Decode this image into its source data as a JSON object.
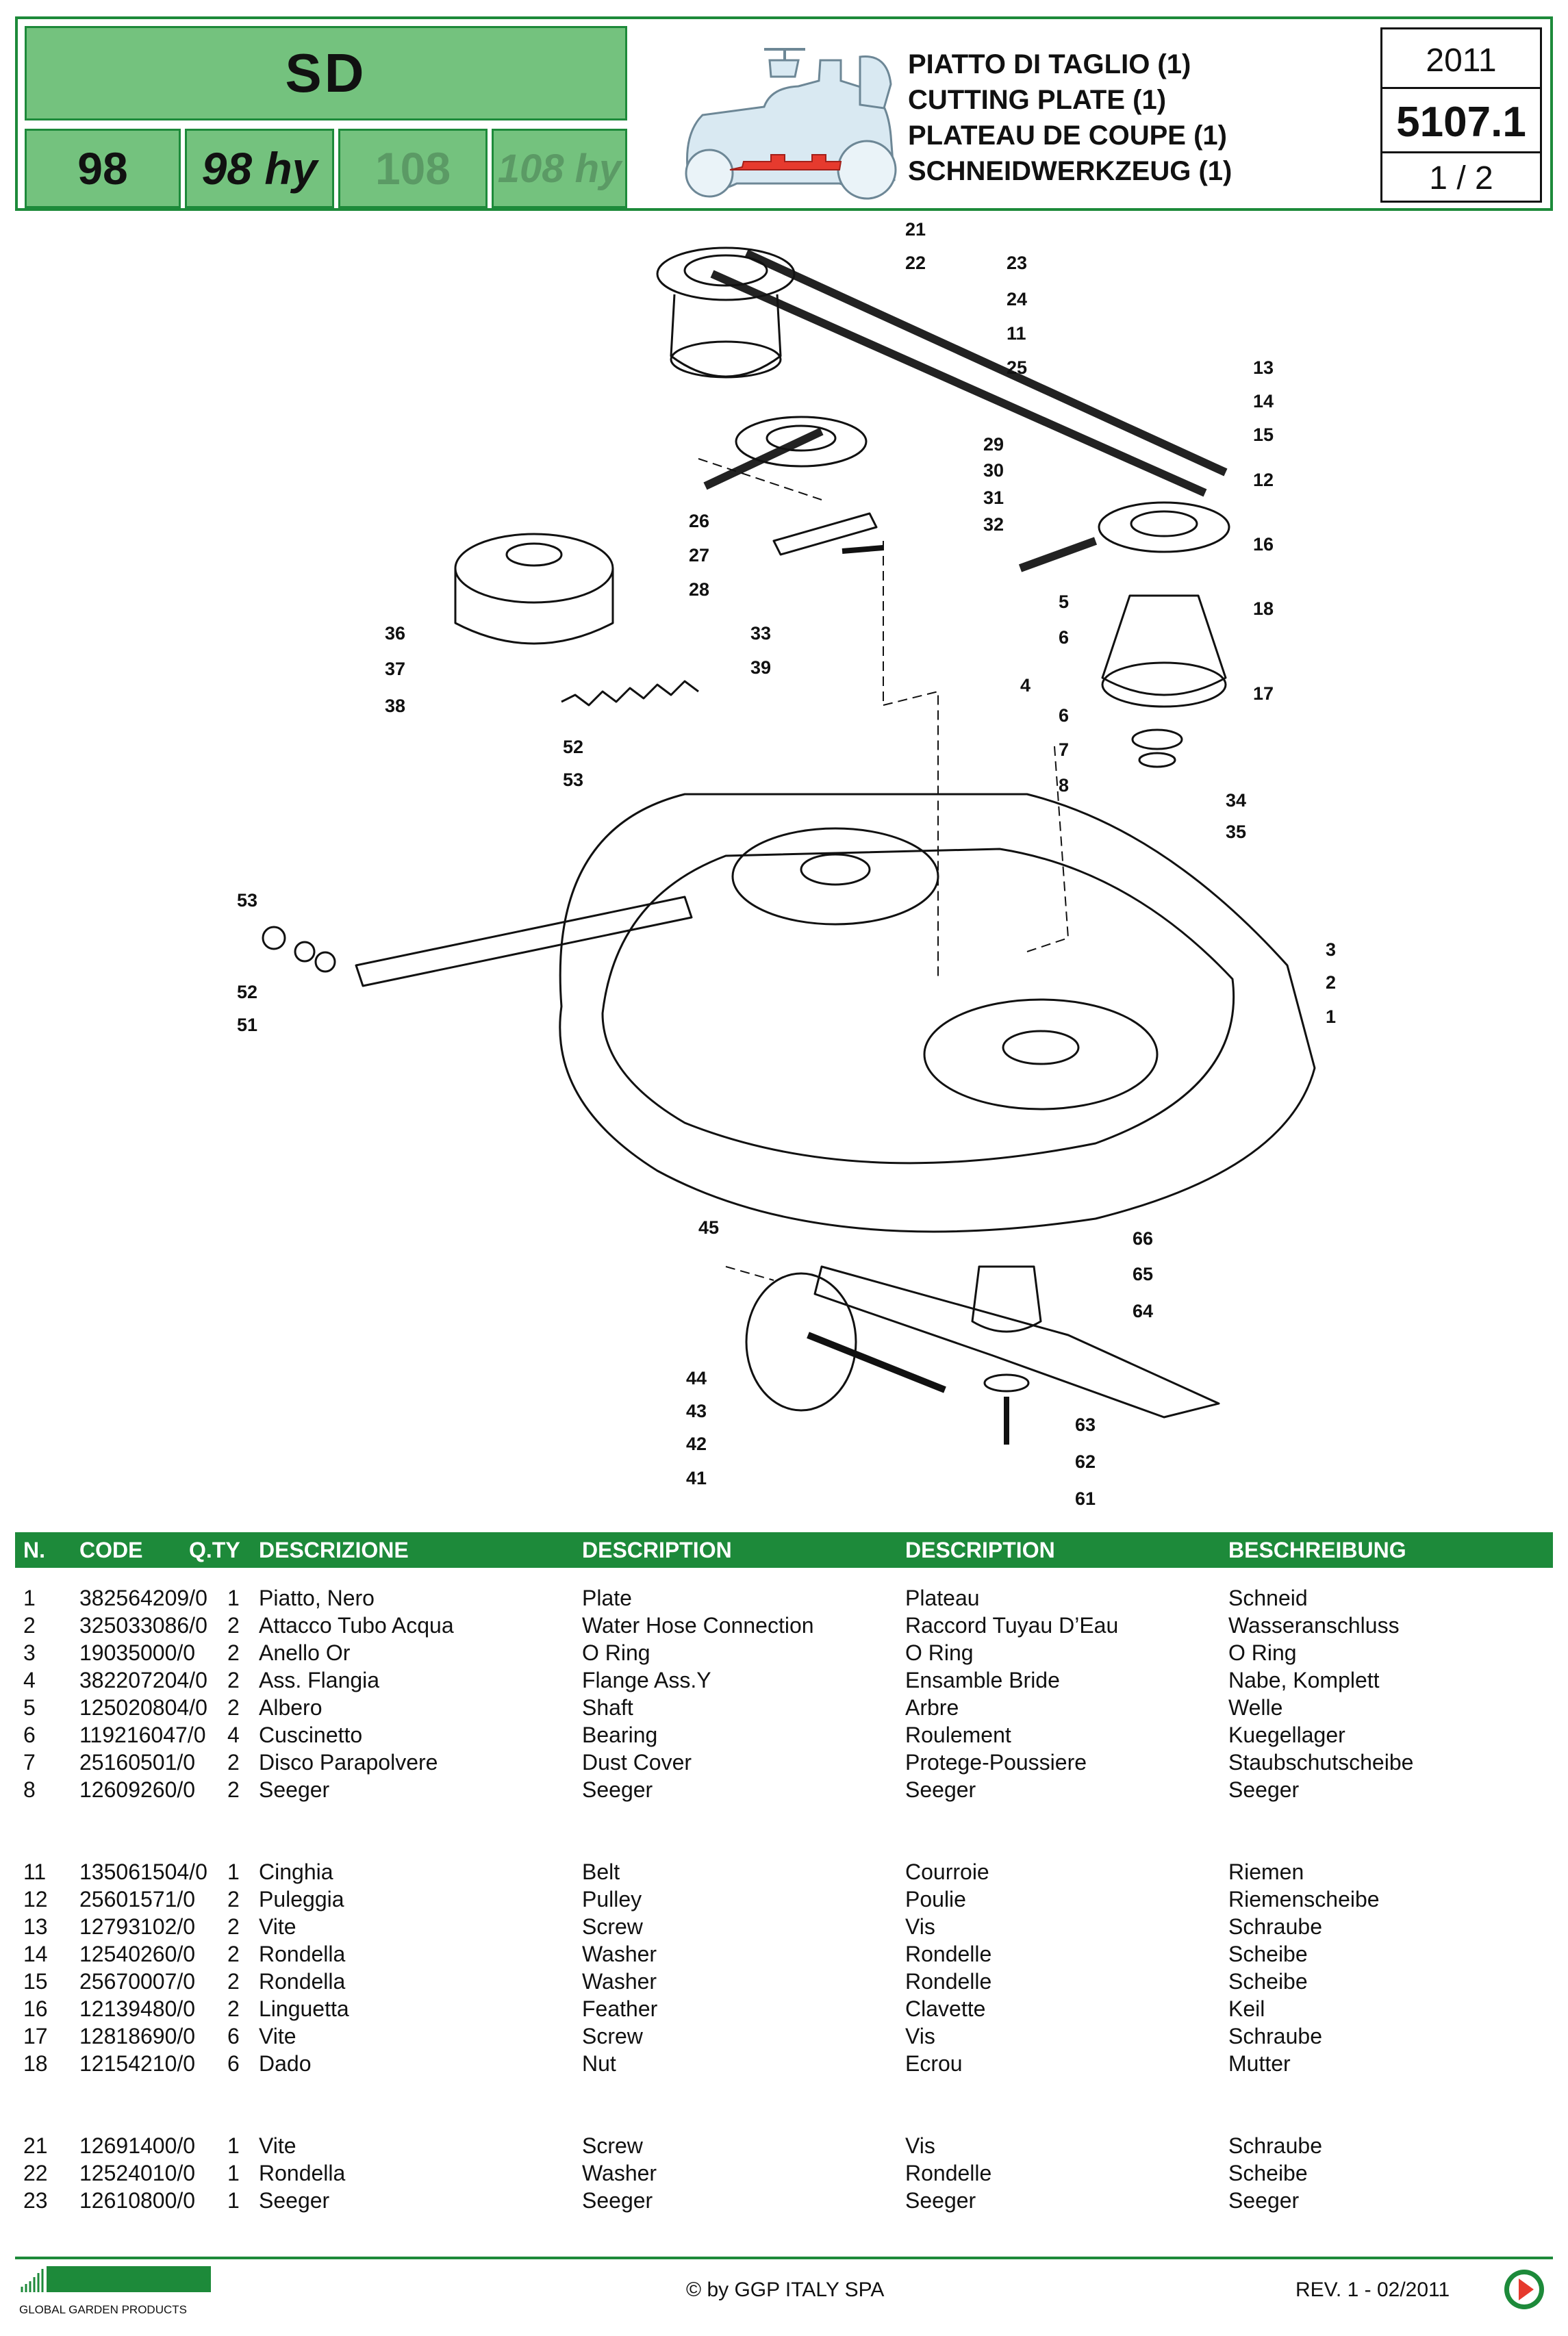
{
  "header": {
    "series": "SD",
    "models": [
      "98",
      "98 hy",
      "108",
      "108 hy"
    ],
    "titles": [
      "PIATTO DI TAGLIO (1)",
      "CUTTING PLATE (1)",
      "PLATEAU DE COUPE (1)",
      "SCHNEIDWERKZEUG (1)"
    ],
    "year": "2011",
    "ref_code": "5107.1",
    "page": "1 / 2"
  },
  "colors": {
    "brand_green": "#1d8a3a",
    "tile_green": "#74c27e",
    "highlight_red": "#e63a2e"
  },
  "diagram": {
    "callouts": [
      "21",
      "22",
      "23",
      "24",
      "11",
      "25",
      "13",
      "14",
      "15",
      "29",
      "30",
      "31",
      "32",
      "12",
      "26",
      "27",
      "28",
      "16",
      "5",
      "6",
      "18",
      "36",
      "33",
      "37",
      "39",
      "4",
      "17",
      "38",
      "6",
      "7",
      "8",
      "52",
      "53",
      "34",
      "35",
      "53",
      "52",
      "51",
      "3",
      "2",
      "1",
      "45",
      "66",
      "65",
      "64",
      "44",
      "43",
      "42",
      "63",
      "62",
      "41",
      "61"
    ]
  },
  "table": {
    "headers": [
      "N.",
      "CODE",
      "Q.TY",
      "DESCRIZIONE",
      "DESCRIPTION",
      "DESCRIPTION",
      "BESCHREIBUNG"
    ],
    "groups": [
      [
        [
          "1",
          "382564209/0",
          "1",
          "Piatto, Nero",
          "Plate",
          "Plateau",
          "Schneid"
        ],
        [
          "2",
          "325033086/0",
          "2",
          "Attacco Tubo Acqua",
          "Water Hose Connection",
          "Raccord Tuyau D’Eau",
          "Wasseranschluss"
        ],
        [
          "3",
          "19035000/0",
          "2",
          "Anello Or",
          "O Ring",
          "O Ring",
          "O Ring"
        ],
        [
          "4",
          "382207204/0",
          "2",
          "Ass. Flangia",
          "Flange Ass.Y",
          "Ensamble Bride",
          "Nabe, Komplett"
        ],
        [
          "5",
          "125020804/0",
          "2",
          "Albero",
          "Shaft",
          "Arbre",
          "Welle"
        ],
        [
          "6",
          "119216047/0",
          "4",
          "Cuscinetto",
          "Bearing",
          "Roulement",
          "Kuegellager"
        ],
        [
          "7",
          "25160501/0",
          "2",
          "Disco Parapolvere",
          "Dust Cover",
          "Protege-Poussiere",
          "Staubschutscheibe"
        ],
        [
          "8",
          "12609260/0",
          "2",
          "Seeger",
          "Seeger",
          "Seeger",
          "Seeger"
        ]
      ],
      [
        [
          "11",
          "135061504/0",
          "1",
          "Cinghia",
          "Belt",
          "Courroie",
          "Riemen"
        ],
        [
          "12",
          "25601571/0",
          "2",
          "Puleggia",
          "Pulley",
          "Poulie",
          "Riemenscheibe"
        ],
        [
          "13",
          "12793102/0",
          "2",
          "Vite",
          "Screw",
          "Vis",
          "Schraube"
        ],
        [
          "14",
          "12540260/0",
          "2",
          "Rondella",
          "Washer",
          "Rondelle",
          "Scheibe"
        ],
        [
          "15",
          "25670007/0",
          "2",
          "Rondella",
          "Washer",
          "Rondelle",
          "Scheibe"
        ],
        [
          "16",
          "12139480/0",
          "2",
          "Linguetta",
          "Feather",
          "Clavette",
          "Keil"
        ],
        [
          "17",
          "12818690/0",
          "6",
          "Vite",
          "Screw",
          "Vis",
          "Schraube"
        ],
        [
          "18",
          "12154210/0",
          "6",
          "Dado",
          "Nut",
          "Ecrou",
          "Mutter"
        ]
      ],
      [
        [
          "21",
          "12691400/0",
          "1",
          "Vite",
          "Screw",
          "Vis",
          "Schraube"
        ],
        [
          "22",
          "12524010/0",
          "1",
          "Rondella",
          "Washer",
          "Rondelle",
          "Scheibe"
        ],
        [
          "23",
          "12610800/0",
          "1",
          "Seeger",
          "Seeger",
          "Seeger",
          "Seeger"
        ]
      ]
    ]
  },
  "footer": {
    "logo_text": "GLOBAL GARDEN PRODUCTS",
    "copyright": "© by GGP ITALY SPA",
    "revision": "REV. 1 - 02/2011",
    "next_icon": "next-page-arrow-icon"
  }
}
